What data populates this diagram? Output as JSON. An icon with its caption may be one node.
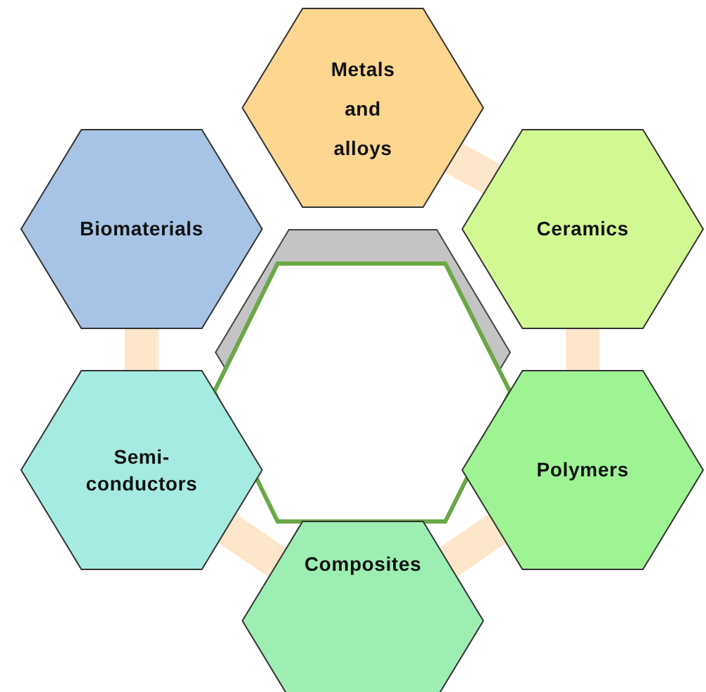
{
  "diagram": {
    "nodes": [
      {
        "text": [
          "Metals and alloys"
        ]
      },
      {
        "text": [
          "Biomaterials"
        ]
      },
      {
        "text": [
          "Ceramics"
        ]
      },
      {
        "text": [],
        "shape": "hexagon"
      },
      {
        "text": [
          "Semi-conductors"
        ]
      },
      {
        "text": [
          "Polymers"
        ]
      },
      {
        "text": [
          "Composites"
        ]
      }
    ],
    "edges": [
      {
        "from": 0,
        "to": 2,
        "arrow": "none"
      },
      {
        "from": 2,
        "to": 5,
        "arrow": "none"
      },
      {
        "from": 5,
        "to": 6,
        "arrow": "none"
      },
      {
        "from": 6,
        "to": 4,
        "arrow": "none"
      },
      {
        "from": 4,
        "to": 1,
        "arrow": "none"
      }
    ]
  }
}
